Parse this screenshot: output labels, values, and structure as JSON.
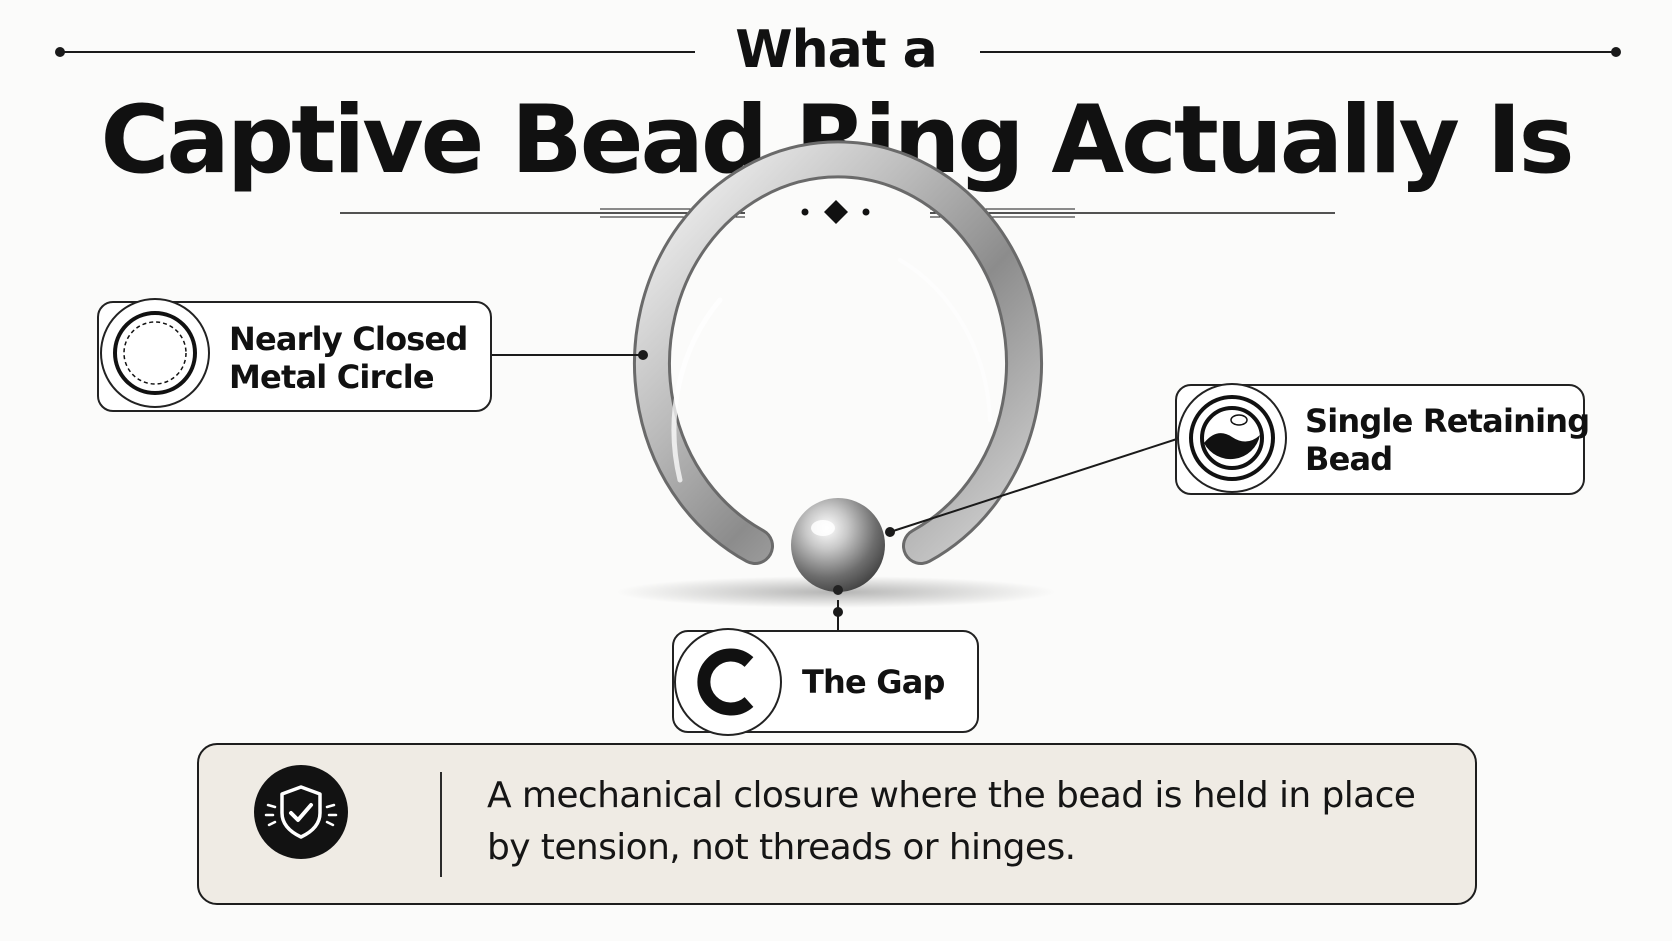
{
  "title": {
    "line1": "What a",
    "line2": "Captive Bead Ring Actually Is"
  },
  "callouts": {
    "circle": {
      "line1": "Nearly Closed",
      "line2": "Metal Circle",
      "icon": "dashed-circle-icon"
    },
    "bead": {
      "line1": "Single Retaining",
      "line2": "Bead",
      "icon": "bead-icon"
    },
    "gap": {
      "label": "The Gap",
      "icon": "gap-c-icon"
    }
  },
  "info": {
    "icon": "shield-check-icon",
    "text": "A mechanical closure where the bead is held in place by tension, not threads or hinges."
  },
  "colors": {
    "ink": "#111111",
    "panel": "#efebe4",
    "background": "#fbfbfa"
  }
}
